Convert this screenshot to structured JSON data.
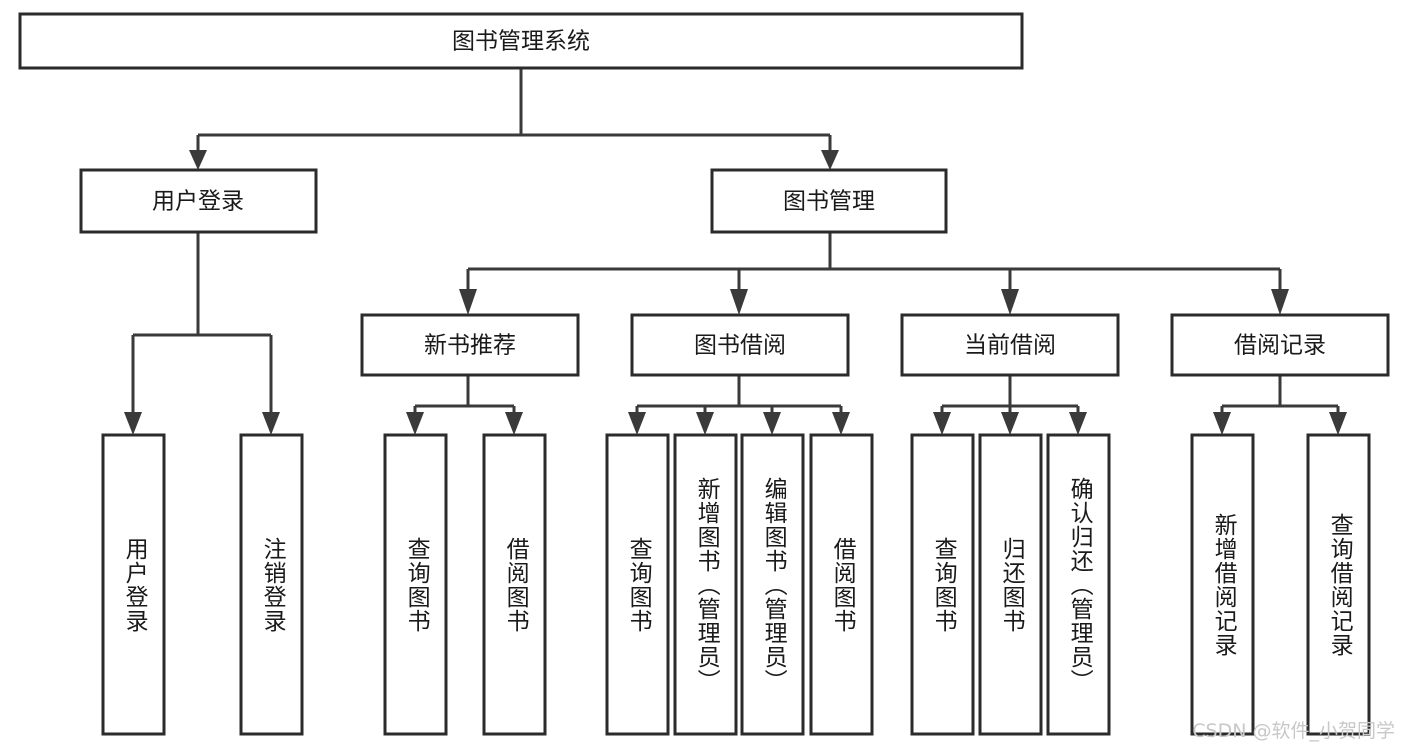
{
  "diagram": {
    "type": "tree",
    "orientation": "top-down",
    "title_text": "图书管理系统",
    "colors": {
      "box_stroke": "#2b2b2b",
      "edge_stroke": "#3a3a3a",
      "box_fill": "#ffffff",
      "label_text": "#1a1a1a",
      "watermark_text": "#c8c8c8",
      "background": "#ffffff"
    },
    "nodes": {
      "root": {
        "label": "图书管理系统"
      },
      "level2": [
        {
          "id": "user-login",
          "label": "用户登录"
        },
        {
          "id": "book-management",
          "label": "图书管理"
        }
      ],
      "level3": [
        {
          "id": "new-book-recommend",
          "label": "新书推荐"
        },
        {
          "id": "book-borrow",
          "label": "图书借阅"
        },
        {
          "id": "current-borrow",
          "label": "当前借阅"
        },
        {
          "id": "borrow-record",
          "label": "借阅记录"
        }
      ],
      "leaves": {
        "user-login": [
          {
            "id": "leaf-user-login",
            "label": "用户登录"
          },
          {
            "id": "leaf-logout-login",
            "label": "注销登录"
          }
        ],
        "new-book-recommend": [
          {
            "id": "leaf-query-book-1",
            "label": "查询图书"
          },
          {
            "id": "leaf-borrow-book-1",
            "label": "借阅图书"
          }
        ],
        "book-borrow": [
          {
            "id": "leaf-query-book-2",
            "label": "查询图书"
          },
          {
            "id": "leaf-add-book-admin",
            "label": "新增图书（管理员）"
          },
          {
            "id": "leaf-edit-book-admin",
            "label": "编辑图书（管理员）"
          },
          {
            "id": "leaf-borrow-book-2",
            "label": "借阅图书"
          }
        ],
        "current-borrow": [
          {
            "id": "leaf-query-book-3",
            "label": "查询图书"
          },
          {
            "id": "leaf-return-book",
            "label": "归还图书"
          },
          {
            "id": "leaf-confirm-return-admin",
            "label": "确认归还（管理员）"
          }
        ],
        "borrow-record": [
          {
            "id": "leaf-add-borrow-record",
            "label": "新增借阅记录"
          },
          {
            "id": "leaf-query-borrow-record",
            "label": "查询借阅记录"
          }
        ]
      }
    }
  },
  "watermark": {
    "text": "CSDN @软件_小贺同学"
  }
}
